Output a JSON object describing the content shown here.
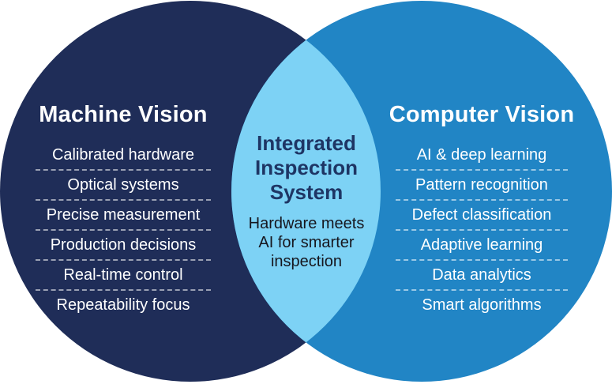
{
  "diagram": {
    "left": {
      "title": "Machine Vision",
      "items": [
        "Calibrated hardware",
        "Optical systems",
        "Precise measurement",
        "Production decisions",
        "Real-time control",
        "Repeatability focus"
      ]
    },
    "right": {
      "title": "Computer Vision",
      "items": [
        "AI & deep learning",
        "Pattern recognition",
        "Defect classification",
        "Adaptive learning",
        "Data analytics",
        "Smart algorithms"
      ]
    },
    "center": {
      "title_lines": [
        "Integrated",
        "Inspection",
        "System"
      ],
      "subtitle_lines": [
        "Hardware meets",
        "AI for smarter",
        "inspection"
      ]
    },
    "colors": {
      "left_circle": "#1F2D58",
      "right_circle": "#2185C5",
      "overlap_lens": "#7DD2F5",
      "list_text": "#FFFFFF",
      "center_title_text": "#1E3564",
      "center_subtitle_text": "#16161E",
      "divider": "rgba(255,255,255,0.55)"
    }
  }
}
